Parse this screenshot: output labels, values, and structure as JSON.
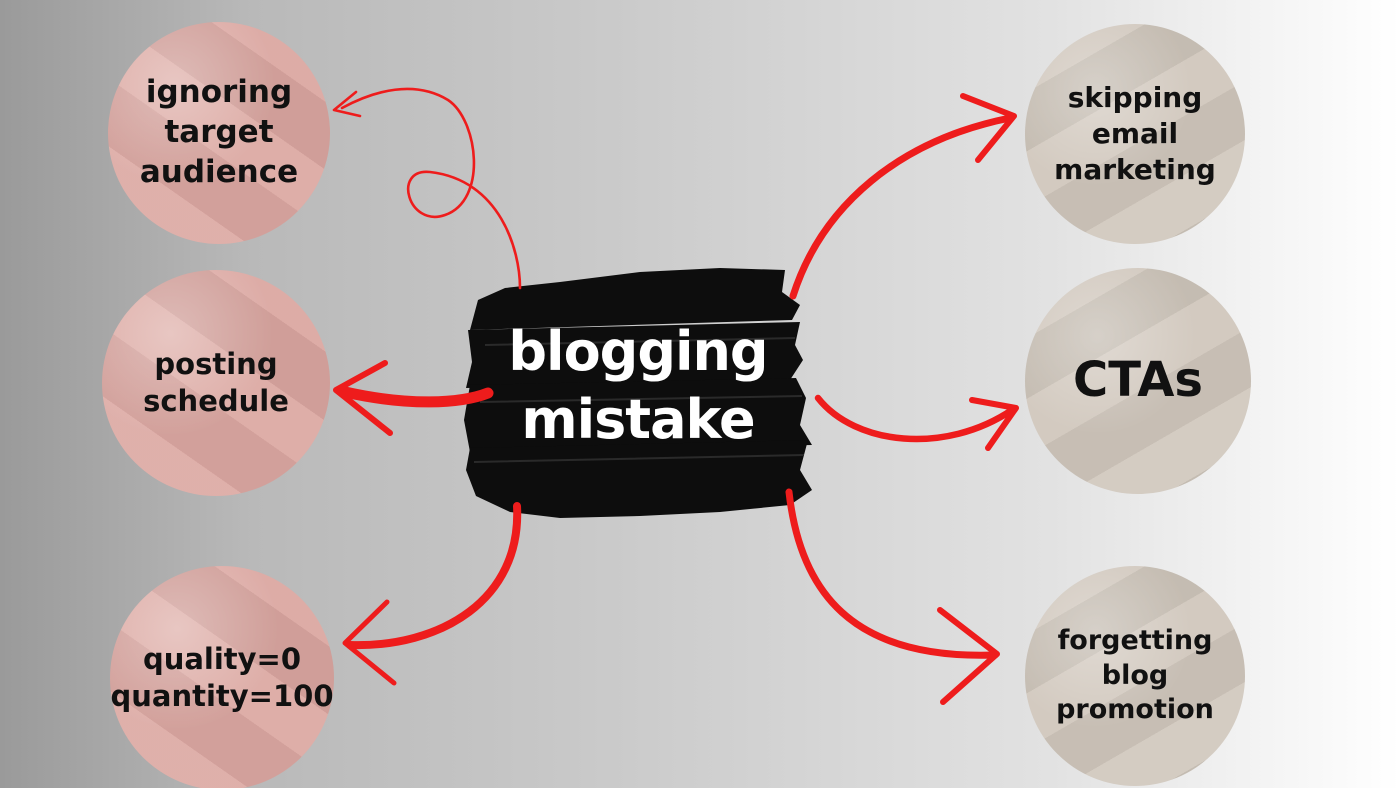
{
  "center": {
    "label": "blogging\nmistake",
    "fill": "#0d0d0d",
    "text_color": "#ffffff"
  },
  "arrow_color": "#ee1c1c",
  "mistakes": [
    {
      "id": "ignoring-target-audience",
      "text": "ignoring\ntarget\naudience",
      "color": "#dba7a1"
    },
    {
      "id": "posting-schedule",
      "text": "posting\nschedule",
      "color": "#dba7a1"
    },
    {
      "id": "quality-quantity",
      "text": "quality=0\nquantity=100",
      "color": "#dba7a1"
    },
    {
      "id": "skipping-email-marketing",
      "text": "skipping\nemail\nmarketing",
      "color": "#cfc6bb"
    },
    {
      "id": "ctas",
      "text": "CTAs",
      "color": "#cfc6bb"
    },
    {
      "id": "forgetting-blog-promotion",
      "text": "forgetting\nblog\npromotion",
      "color": "#cfc6bb"
    }
  ]
}
